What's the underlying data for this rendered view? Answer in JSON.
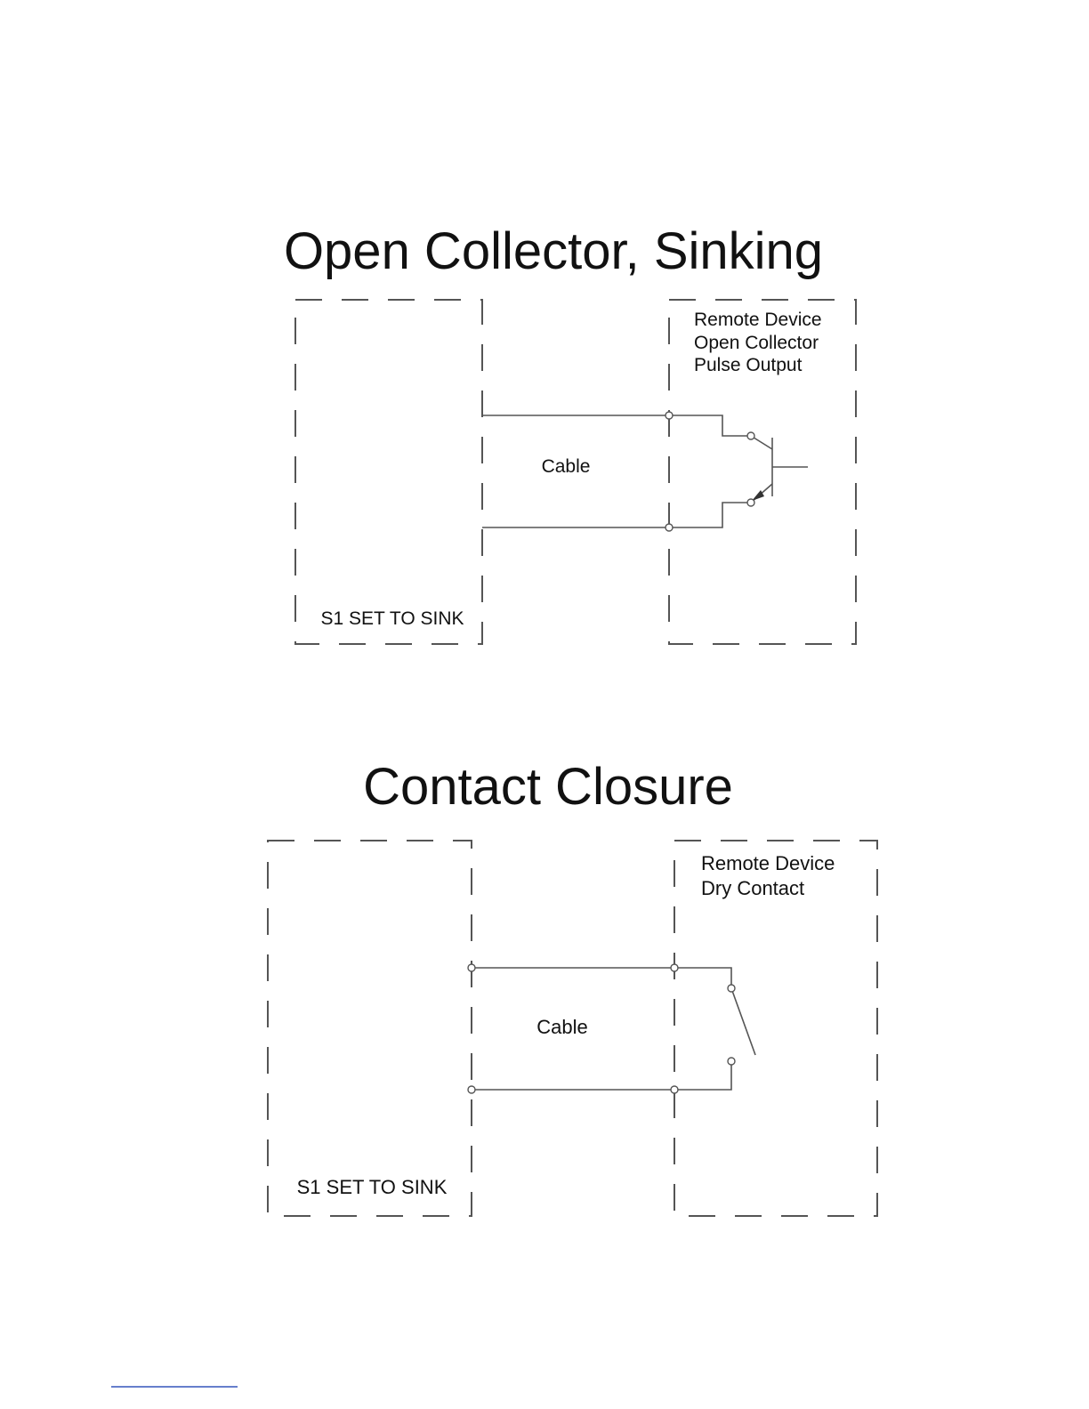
{
  "diagrams": [
    {
      "title": "Open Collector, Sinking",
      "left_box_label": "S1 SET TO SINK",
      "cable_label": "Cable",
      "remote_lines": [
        "Remote Device",
        "Open Collector",
        "Pulse Output"
      ],
      "device": "npn-transistor"
    },
    {
      "title": "Contact Closure",
      "left_box_label": "S1 SET TO SINK",
      "cable_label": "Cable",
      "remote_lines": [
        "Remote Device",
        "Dry Contact"
      ],
      "device": "switch-contact"
    }
  ],
  "colors": {
    "line": "#555555",
    "text": "#111111",
    "footer_rule": "#3355bb"
  }
}
